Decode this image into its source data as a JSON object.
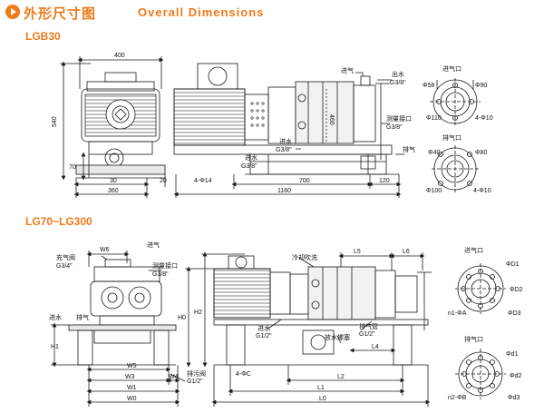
{
  "header": {
    "title_zh": "外形尺寸图",
    "title_en": "Overall Dimensions"
  },
  "sections": {
    "lgb30": "LGB30",
    "lg70": "LG70~LG300"
  },
  "lgb30": {
    "dims": {
      "width_top": "400",
      "height": "540",
      "base_h": "70",
      "offset_30": "30",
      "base_w": "360",
      "depth_20": "20",
      "hole": "4-Φ14",
      "span_700": "700",
      "end_120": "120",
      "total_len": "1160",
      "h_460": "460"
    },
    "labels": {
      "inlet": "进气",
      "water_out": "出水",
      "water_out_thread": "G3/8\"",
      "test_port": "测量接口",
      "test_thread": "G3/8\"",
      "water_in": "进水",
      "water_in_thread": "G3/8\"",
      "exhaust": "排气"
    },
    "inlet_flange": {
      "title": "进气口",
      "d1": "Φ58",
      "d2": "Φ90",
      "d3": "Φ110",
      "holes": "4-Φ10"
    },
    "exhaust_flange": {
      "title": "排气口",
      "d1": "Φ40",
      "d2": "Φ80",
      "d3": "Φ100",
      "holes": "4-Φ10"
    }
  },
  "lg70": {
    "dims": {
      "w6": "W6",
      "h2": "H2",
      "h0": "H0",
      "h1": "H1",
      "w5": "W5",
      "w3": "W3",
      "w4": "W4",
      "w1": "W1",
      "w0": "W0",
      "l5": "L5",
      "l6": "L6",
      "l4": "L4",
      "l2": "L2",
      "l1": "L1",
      "l0": "L0",
      "hole": "4-ΦC"
    },
    "labels": {
      "inlet": "进气",
      "inflate": "充气阀",
      "inflate_thread": "G3/4\"",
      "test": "测量接口",
      "test_thread": "G3/8\"",
      "cooling": "冷却吹洗",
      "water_in_left": "进水",
      "exhaust": "排气",
      "water_in": "进水",
      "water_in_thread": "G1/2\"",
      "exhaust_label": "排气管",
      "exhaust_thread": "G1/2\"",
      "drain": "放水螺塞",
      "drain_right": "排污阀",
      "drain_right_thread": "G1/2\""
    },
    "inlet_flange": {
      "title": "进气口",
      "d1": "ΦD1",
      "d2": "ΦD2",
      "d3": "ΦD3",
      "holes": "n1-ΦA"
    },
    "exhaust_flange": {
      "title": "排气口",
      "d1": "Φd1",
      "d2": "Φd2",
      "d3": "Φd3",
      "holes": "n2-ΦB"
    }
  },
  "colors": {
    "accent": "#ef7a1a",
    "line": "#1a1a1a"
  }
}
